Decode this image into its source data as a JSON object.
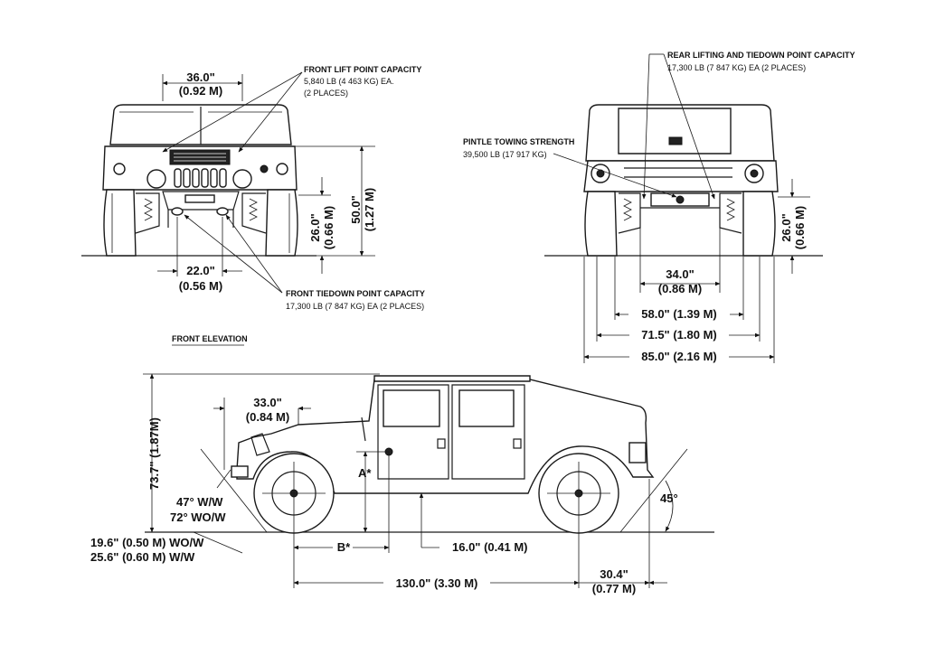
{
  "notes": {
    "front_lift_1": "FRONT LIFT POINT CAPACITY",
    "front_lift_2": "5,840 LB (4 463 KG) EA.",
    "front_lift_3": "(2 PLACES)",
    "front_tiedown_1": "FRONT TIEDOWN POINT CAPACITY",
    "front_tiedown_2": "17,300 LB (7 847 KG) EA (2 PLACES)",
    "front_elevation": "FRONT ELEVATION",
    "rear_lift_1": "REAR LIFTING AND TIEDOWN POINT CAPACITY",
    "rear_lift_2": "17,300 LB (7 847 KG) EA (2 PLACES)",
    "pintle_1": "PINTLE TOWING STRENGTH",
    "pintle_2": "39,500 LB (17 917 KG)"
  },
  "dims": {
    "front_width_top_in": "36.0\"",
    "front_width_top_m": "(0.92 M)",
    "front_height_in": "50.0\"",
    "front_height_m": "(1.27 M)",
    "front_clear_in": "26.0\"",
    "front_clear_m": "(0.66 M)",
    "front_tiedown_sp_in": "22.0\"",
    "front_tiedown_sp_m": "(0.56 M)",
    "rear_clear_in": "26.0\"",
    "rear_clear_m": "(0.66 M)",
    "rear_34_in": "34.0\"",
    "rear_34_m": "(0.86 M)",
    "rear_58": "58.0\" (1.39 M)",
    "rear_71": "71.5\" (1.80 M)",
    "rear_85": "85.0\" (2.16 M)",
    "side_height": "73.7\" (1.87M)",
    "hood_in": "33.0\"",
    "hood_m": "(0.84 M)",
    "approach_1": "47° W/W",
    "approach_2": "72° WO/W",
    "bumper_1": "19.6\" (0.50 M) WO/W",
    "bumper_2": "25.6\" (0.60 M) W/W",
    "a_mark": "A*",
    "b_mark": "B*",
    "ground_clear": "16.0\" (0.41 M)",
    "wheelbase": "130.0\" (3.30 M)",
    "rear_overhang_in": "30.4\"",
    "rear_overhang_m": "(0.77 M)",
    "departure": "45°"
  }
}
